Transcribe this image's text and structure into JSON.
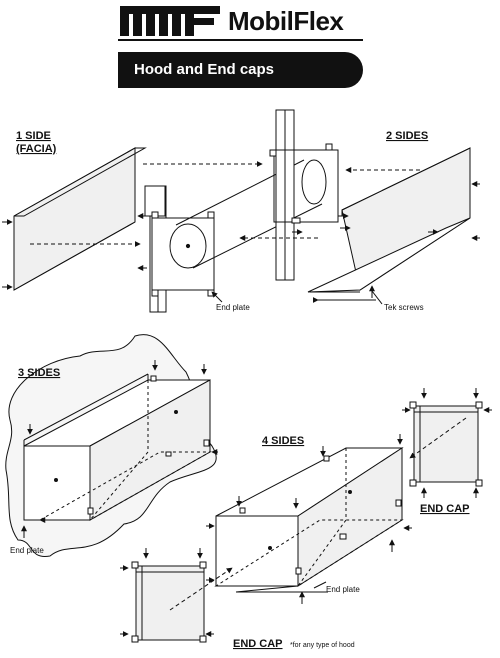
{
  "brand": {
    "logo_name": "mf-logo-icon",
    "name": "MobilFlex"
  },
  "banner": {
    "title": "Hood and End caps"
  },
  "labels": {
    "one_side": "1 SIDE",
    "facia": "(FACIA)",
    "two_sides": "2 SIDES",
    "end_plate_top": "End plate",
    "tek_screws": "Tek screws",
    "three_sides": "3 SIDES",
    "end_plate_left": "End plate",
    "four_sides": "4 SIDES",
    "end_cap_right": "END CAP",
    "end_plate_bottom": "End plate",
    "end_cap_bottom": "END CAP",
    "hood_note": "*for any type of hood"
  },
  "colors": {
    "ink": "#111111",
    "panel_fill": "#f0f0f0",
    "cloud_fill": "#f6f6f6"
  }
}
